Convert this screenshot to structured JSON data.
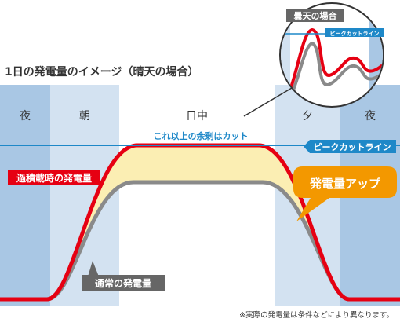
{
  "title": "1日の発電量のイメージ（晴天の場合）",
  "periods": {
    "night_left": "夜",
    "morning": "朝",
    "daytime": "日中",
    "evening": "夕",
    "night_right": "夜"
  },
  "peak_cut_line_label": "ピークカットライン",
  "surplus_cut_label": "これ以上の余剰はカット",
  "overloaded_label": "過積載時の発電量",
  "normal_label": "通常の発電量",
  "increase_label": "発電量アップ",
  "inset": {
    "title": "曇天の場合",
    "peak_cut_label": "ピークカットライン"
  },
  "footnote": "※実際の発電量は条件などにより異なります。",
  "colors": {
    "red_curve": "#e60012",
    "gray_curve": "#8a8a8a",
    "fill_area": "#fbeeb3",
    "peak_line": "#1e88c8",
    "orange_callout": "#f39800",
    "label_bg": "#e60012",
    "normal_label_bg": "#666666"
  }
}
